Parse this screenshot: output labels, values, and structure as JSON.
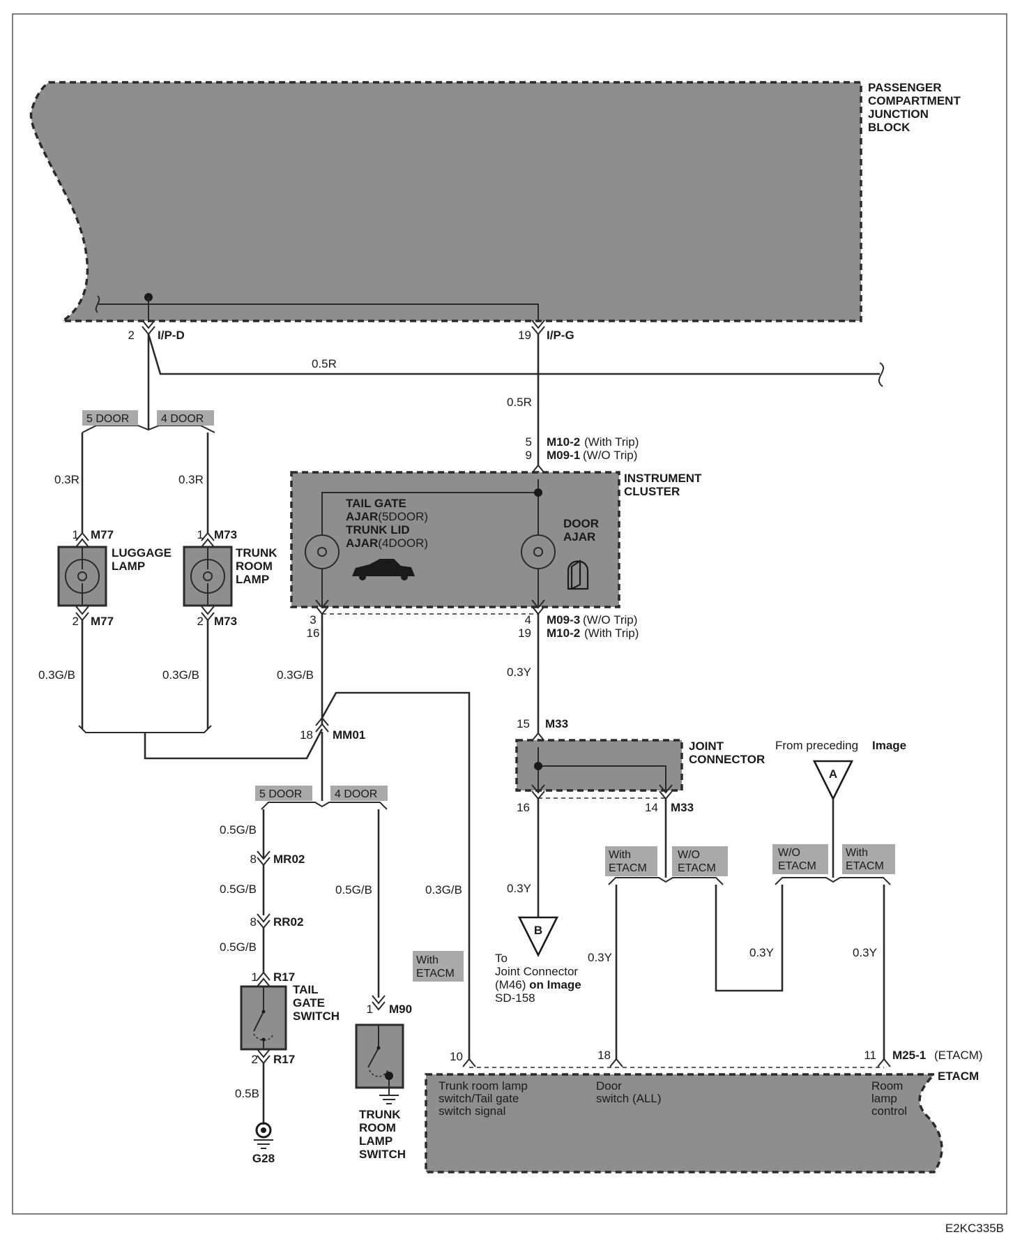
{
  "components": {
    "pcjb": [
      "PASSENGER",
      "COMPARTMENT",
      "JUNCTION",
      "BLOCK"
    ],
    "instrument_cluster": [
      "INSTRUMENT",
      "CLUSTER"
    ],
    "joint_connector": [
      "JOINT",
      "CONNECTOR"
    ],
    "etacm": "ETACM",
    "luggage_lamp": [
      "LUGGAGE",
      "LAMP"
    ],
    "trunk_room_lamp": [
      "TRUNK",
      "ROOM",
      "LAMP"
    ],
    "tail_gate_switch": [
      "TAIL",
      "GATE",
      "SWITCH"
    ],
    "trunk_room_lamp_switch": [
      "TRUNK",
      "ROOM",
      "LAMP",
      "SWITCH"
    ],
    "ground": "G28"
  },
  "cluster_indicators": {
    "tail_gate": [
      "TAIL GATE",
      "AJAR",
      "(5DOOR)",
      "TRUNK LID",
      "AJAR",
      "(4DOOR)"
    ],
    "door_ajar": [
      "DOOR",
      "AJAR"
    ]
  },
  "connectors": {
    "ipd": {
      "pin": "2",
      "name": "I/P-D"
    },
    "ipg": {
      "pin": "19",
      "name": "I/P-G"
    },
    "m10_2_top": {
      "pin": "5",
      "name": "M10-2",
      "note": "(With Trip)"
    },
    "m09_1": {
      "pin": "9",
      "name": "M09-1",
      "note": "(W/O Trip)"
    },
    "m09_3": {
      "pin": "4",
      "name": "M09-3",
      "note": "(W/O Trip)"
    },
    "m10_2_bot": {
      "pin": "19",
      "name": "M10-2",
      "note": "(With Trip)"
    },
    "cluster_pin_3": "3",
    "cluster_pin_16": "16",
    "m77_top": {
      "pin": "1",
      "name": "M77"
    },
    "m77_bot": {
      "pin": "2",
      "name": "M77"
    },
    "m73_top": {
      "pin": "1",
      "name": "M73"
    },
    "m73_bot": {
      "pin": "2",
      "name": "M73"
    },
    "mm01": {
      "pin": "18",
      "name": "MM01"
    },
    "m33_15": {
      "pin": "15",
      "name": "M33"
    },
    "m33_16": {
      "pin": "16"
    },
    "m33_14": {
      "pin": "14",
      "name": "M33"
    },
    "mr02": {
      "pin": "8",
      "name": "MR02"
    },
    "rr02": {
      "pin": "8",
      "name": "RR02"
    },
    "r17_top": {
      "pin": "1",
      "name": "R17"
    },
    "r17_bot": {
      "pin": "2",
      "name": "R17"
    },
    "m90": {
      "pin": "1",
      "name": "M90"
    },
    "etacm_10": {
      "pin": "10"
    },
    "etacm_18": {
      "pin": "18"
    },
    "etacm_11": {
      "pin": "11",
      "name": "M25-1",
      "note": "(ETACM)"
    }
  },
  "wires": {
    "ipd_trunk": "0.5R",
    "ipg_down": "0.5R",
    "lamp_feed_left": "0.3R",
    "lamp_feed_right": "0.3R",
    "lamp_gnd_left": "0.3G/B",
    "lamp_gnd_right": "0.3G/B",
    "cluster_out": "0.3G/B",
    "mm01_left": "0.5G/B",
    "mr02_rr02": "0.5G/B",
    "rr02_r17": "0.5G/B",
    "m90_feed": "0.5G/B",
    "etacm_signal": "0.3G/B",
    "r17_ground": "0.5B",
    "cluster_to_m33": "0.3Y",
    "m33_to_b": "0.3Y",
    "etacm_18_wire": "0.3Y",
    "cross_wire": "0.3Y",
    "etacm_11_wire": "0.3Y"
  },
  "option_tags": {
    "five_door_top": "5 DOOR",
    "four_door_top": "4 DOOR",
    "five_door_bottom": "5 DOOR",
    "four_door_bottom": "4 DOOR",
    "with_etacm_left": [
      "With",
      "ETACM"
    ],
    "wo_etacm_left": [
      "W/O",
      "ETACM"
    ],
    "wo_etacm_right": [
      "W/O",
      "ETACM"
    ],
    "with_etacm_right": [
      "With",
      "ETACM"
    ],
    "with_etacm_signal": [
      "With",
      "ETACM"
    ]
  },
  "etacm_pins": {
    "trunk_signal": [
      "Trunk room lamp",
      "switch/Tail gate",
      "switch signal"
    ],
    "door_switch": [
      "Door",
      "switch (ALL)"
    ],
    "room_lamp": [
      "Room",
      "lamp",
      "control"
    ]
  },
  "offpage": {
    "a_label": "A",
    "a_text": "From preceding",
    "a_text_bold": "Image",
    "b_label": "B",
    "b_lines": [
      "To",
      "Joint Connector",
      "(M46)"
    ],
    "b_bold": "on Image",
    "b_page": "SD-158"
  },
  "figure_code": "E2KC335B"
}
